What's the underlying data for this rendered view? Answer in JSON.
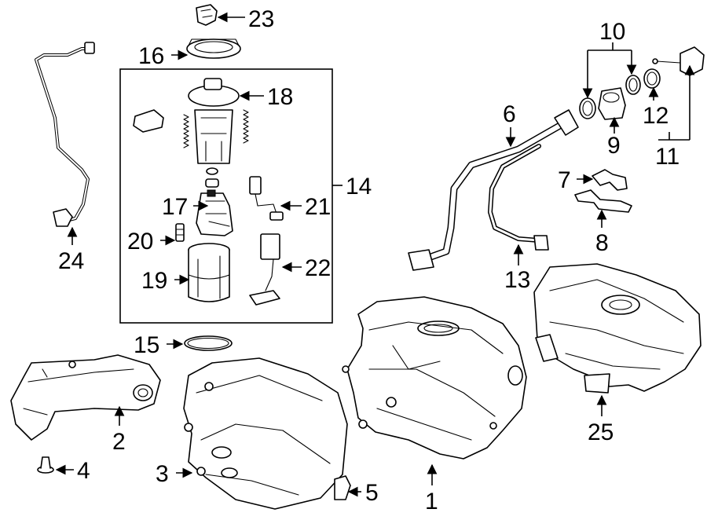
{
  "callouts": {
    "c1": "1",
    "c2": "2",
    "c3": "3",
    "c4": "4",
    "c5": "5",
    "c6": "6",
    "c7": "7",
    "c8": "8",
    "c9": "9",
    "c10": "10",
    "c11": "11",
    "c12": "12",
    "c13": "13",
    "c14": "14",
    "c15": "15",
    "c16": "16",
    "c17": "17",
    "c18": "18",
    "c19": "19",
    "c20": "20",
    "c21": "21",
    "c22": "22",
    "c23": "23",
    "c24": "24",
    "c25": "25"
  },
  "colors": {
    "line": "#000000",
    "background": "#ffffff"
  }
}
